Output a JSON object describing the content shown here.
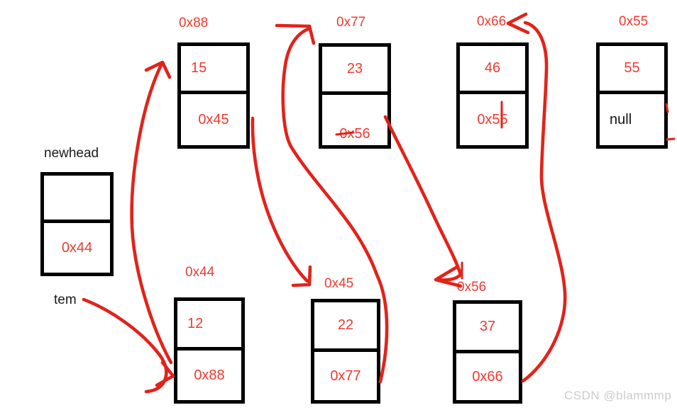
{
  "labels": {
    "newhead": "newhead",
    "tem": "tem"
  },
  "watermark": "CSDN @blammmp",
  "colors": {
    "red_stroke": "#e1231a",
    "red_text": "#ee3a31",
    "box_border": "#000000",
    "watermark": "#cccccc"
  },
  "newhead_node": {
    "value": "",
    "next": "0x44"
  },
  "nodes_top": [
    {
      "address": "0x88",
      "value": "15",
      "next": "0x45"
    },
    {
      "address": "0x77",
      "value": "23",
      "next": "0x56"
    },
    {
      "address": "0x66",
      "value": "46",
      "next": "0x55"
    },
    {
      "address": "0x55",
      "value": "55",
      "next": "null"
    }
  ],
  "nodes_bottom": [
    {
      "address": "0x44",
      "value": "12",
      "next": "0x88"
    },
    {
      "address": "0x45",
      "value": "22",
      "next": "0x77"
    },
    {
      "address": "0x56",
      "value": "37",
      "next": "0x66"
    }
  ],
  "arrows": [
    {
      "from": "tem",
      "to": "node 0x44"
    },
    {
      "from": "0x44.next",
      "to": "node 0x88"
    },
    {
      "from": "0x88.next",
      "to": "node 0x45"
    },
    {
      "from": "0x45.next",
      "to": "node 0x77"
    },
    {
      "from": "0x77.next",
      "to": "node 0x56"
    },
    {
      "from": "0x56.next",
      "to": "node 0x66"
    }
  ]
}
